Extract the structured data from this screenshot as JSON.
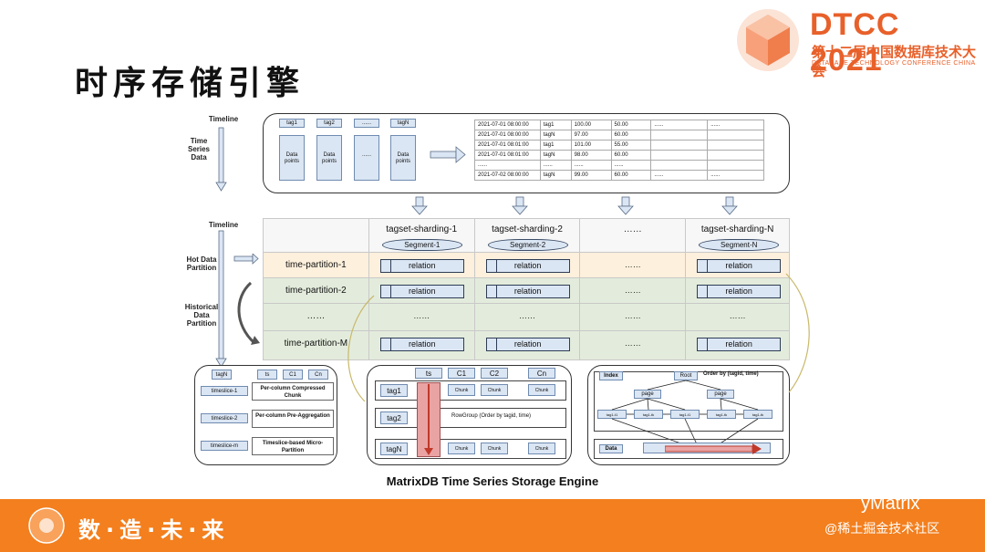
{
  "title": "时序存储引擎",
  "logo": {
    "main": "DTCC 2021",
    "sub": "第十二届中国数据库技术大会",
    "tiny": "DATABASE TECHNOLOGY CONFERENCE CHINA 2021"
  },
  "diagram": {
    "caption": "MatrixDB Time Series Storage Engine",
    "left_labels": {
      "timeline_top": "Timeline",
      "time_series_data": "Time Series Data",
      "timeline_mid": "Timeline",
      "hot": "Hot Data Partition",
      "historical": "Historical Data Partition"
    },
    "input": {
      "tags": [
        "tag1",
        "tag2",
        "......",
        "tagN"
      ],
      "points": [
        "Data points",
        "Data points",
        "......",
        "Data points"
      ],
      "table_rows": [
        [
          "2021-07-01 08:00:00",
          "tag1",
          "100.00",
          "50.00",
          "......",
          "......"
        ],
        [
          "2021-07-01 08:00:00",
          "tagN",
          "97.00",
          "60.00",
          "",
          ""
        ],
        [
          "2021-07-01 08:01:00",
          "tag1",
          "101.00",
          "55.00",
          "",
          ""
        ],
        [
          "2021-07-01 08:01:00",
          "tagN",
          "98.00",
          "60.00",
          "",
          ""
        ],
        [
          "......",
          "......",
          "......",
          "......",
          "",
          ""
        ],
        [
          "2021-07-02 08:00:00",
          "tagN",
          "99.00",
          "60.00",
          "......",
          "......"
        ]
      ]
    },
    "shards": [
      "tagset-sharding-1",
      "tagset-sharding-2",
      "……",
      "tagset-sharding-N"
    ],
    "segments": [
      "Segment-1",
      "Segment-2",
      "",
      "Segment-N"
    ],
    "partitions": [
      "time-partition-1",
      "time-partition-2",
      "……",
      "time-partition-M"
    ],
    "relation": "relation",
    "ellipsis": "……",
    "left_panel": {
      "headers": [
        "tagN",
        "ts",
        "C1",
        "Cn"
      ],
      "rows": [
        {
          "label": "timeslice-1",
          "desc": "Per-column Compressed Chunk"
        },
        {
          "label": "timeslice-2",
          "desc": "Per-column Pre-Aggregation"
        },
        {
          "label": "timeslice-m",
          "desc": "Timeslice-based Micro-Partition"
        }
      ]
    },
    "mid_panel": {
      "headers": [
        "ts",
        "C1",
        "C2",
        "Cn"
      ],
      "tags": [
        "tag1",
        "tag2",
        "tagN"
      ],
      "chunk": "Chunk",
      "rowgroup": "RowGroup (Order by tagid, time)"
    },
    "right_panel": {
      "index": "Index",
      "root": "Root",
      "order": "Order by (tagid, time)",
      "page": "page",
      "leaves": [
        "tag1-t1",
        "tag1-tk",
        "tag1-t1",
        "tag1-tk",
        "tag1-tk"
      ],
      "data": "Data"
    }
  },
  "footer": {
    "slogan": "数·造·未·来",
    "brand_right": "yMatrix",
    "community": "@稀土掘金技术社区"
  },
  "colors": {
    "accent": "#e8602a",
    "footer": "#f37f1e",
    "hot_row": "#fdf0dc",
    "hist_row": "#e3ecdc",
    "box_fill": "#dbe6f4"
  }
}
